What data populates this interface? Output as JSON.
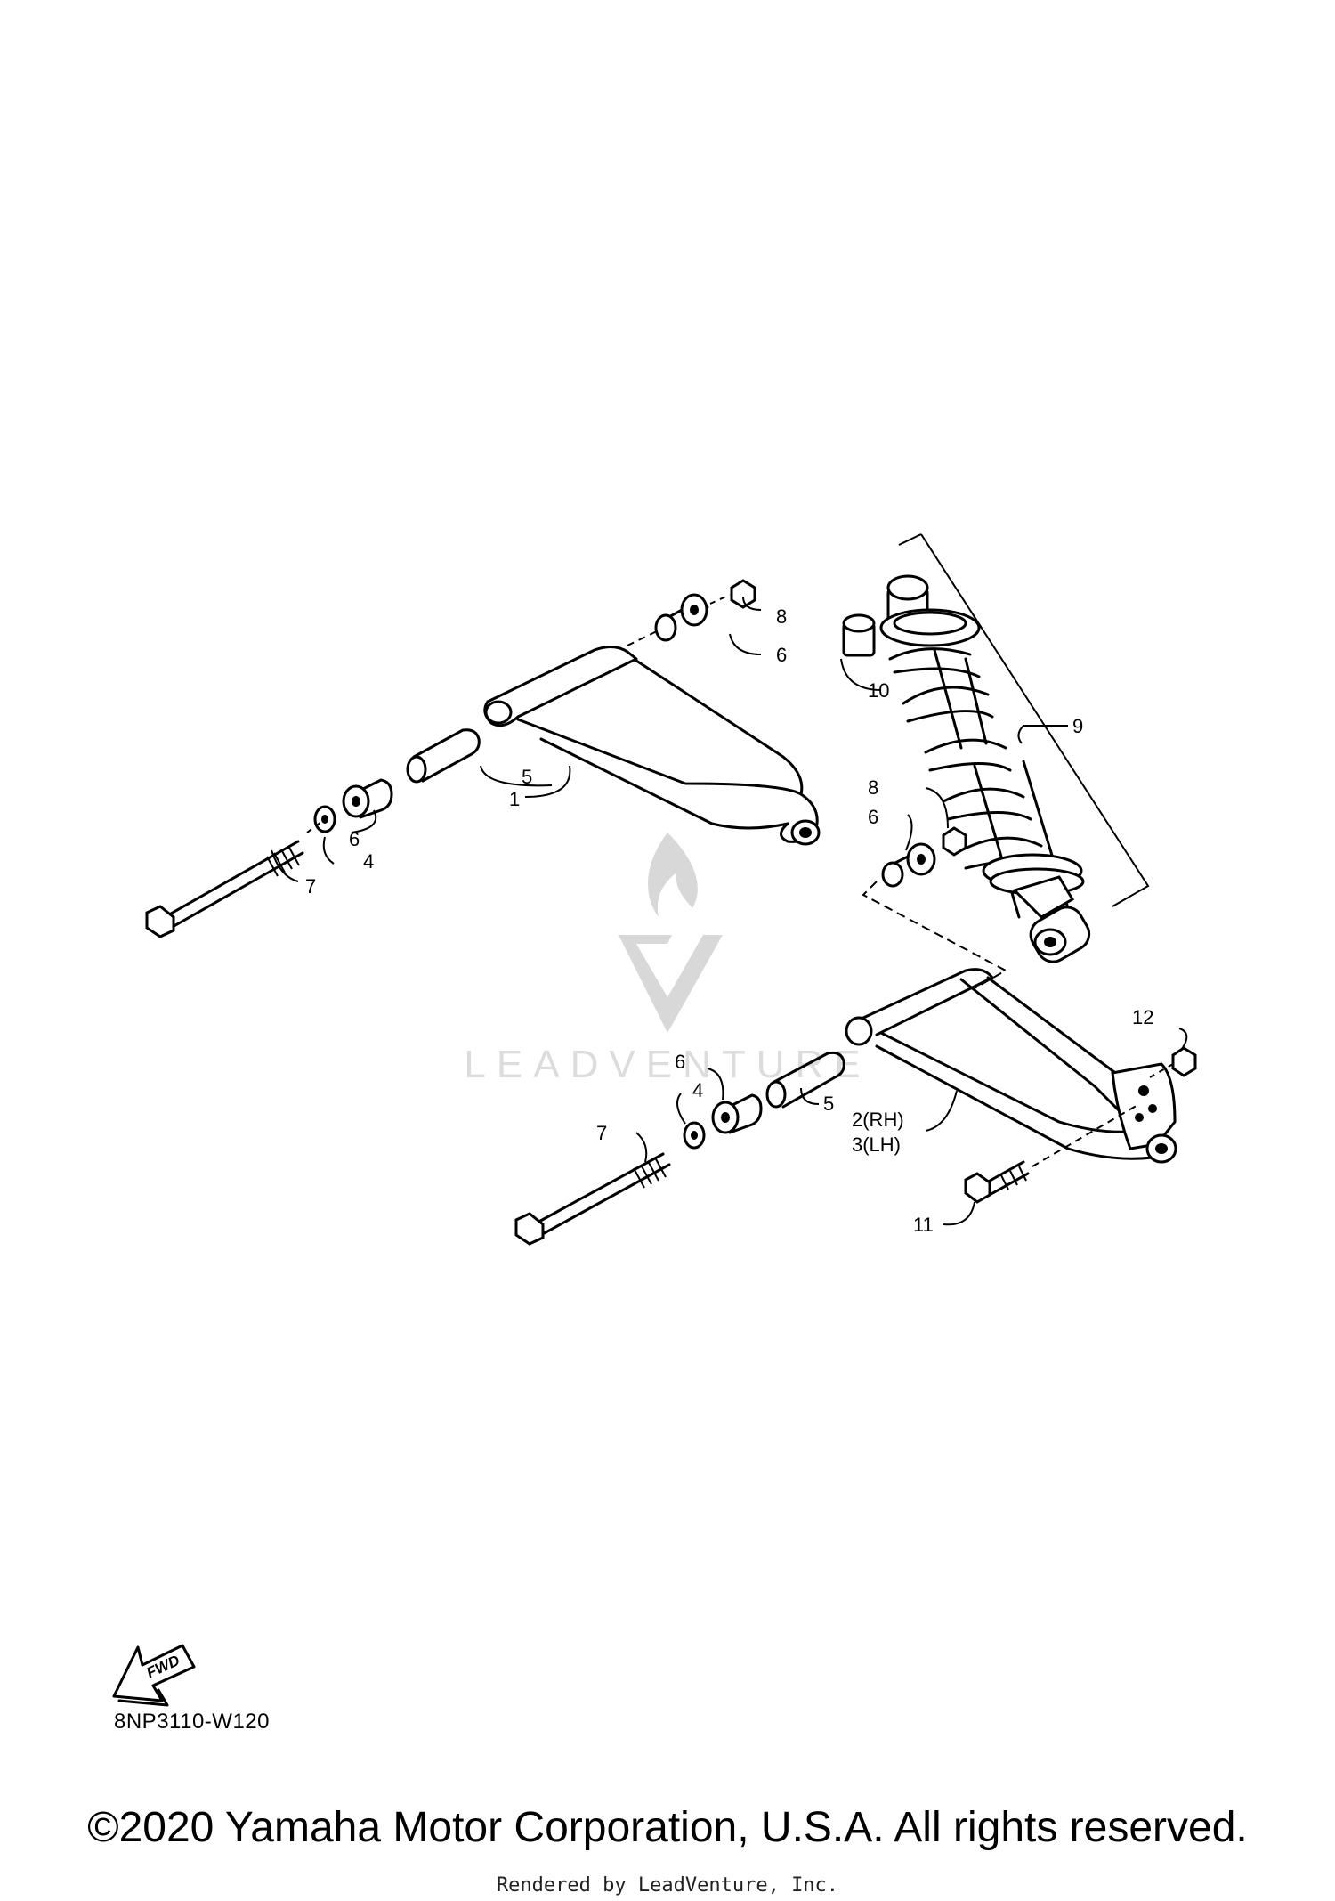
{
  "callouts": {
    "c1": "1",
    "c2": "2(RH)",
    "c3": "3(LH)",
    "c4a": "4",
    "c4b": "4",
    "c5a": "5",
    "c5b": "5",
    "c6a": "6",
    "c6b": "6",
    "c6c": "6",
    "c6d": "6",
    "c7a": "7",
    "c7b": "7",
    "c8a": "8",
    "c8b": "8",
    "c9": "9",
    "c10": "10",
    "c11": "11",
    "c12": "12"
  },
  "watermark": {
    "text": "LEADVENTURE"
  },
  "fwd_label": "FWD",
  "diagram_code": "8NP3110-W120",
  "copyright": "©2020 Yamaha Motor Corporation, U.S.A. All rights reserved.",
  "rendered_by": "Rendered by LeadVenture, Inc."
}
